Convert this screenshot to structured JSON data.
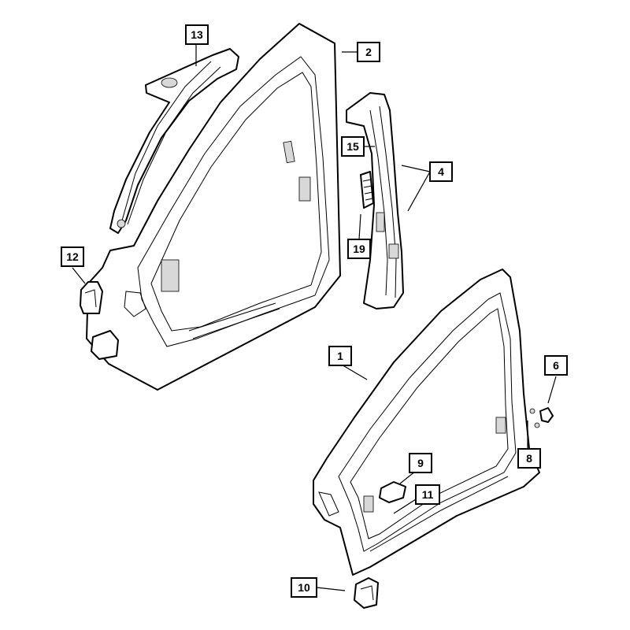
{
  "diagram": {
    "type": "exploded-parts-diagram",
    "callouts": [
      {
        "id": "c13",
        "label": "13"
      },
      {
        "id": "c2",
        "label": "2"
      },
      {
        "id": "c15",
        "label": "15"
      },
      {
        "id": "c4",
        "label": "4"
      },
      {
        "id": "c19",
        "label": "19"
      },
      {
        "id": "c12",
        "label": "12"
      },
      {
        "id": "c1",
        "label": "1"
      },
      {
        "id": "c6",
        "label": "6"
      },
      {
        "id": "c9",
        "label": "9"
      },
      {
        "id": "c11",
        "label": "11"
      },
      {
        "id": "c8",
        "label": "8"
      },
      {
        "id": "c10",
        "label": "10"
      }
    ]
  }
}
